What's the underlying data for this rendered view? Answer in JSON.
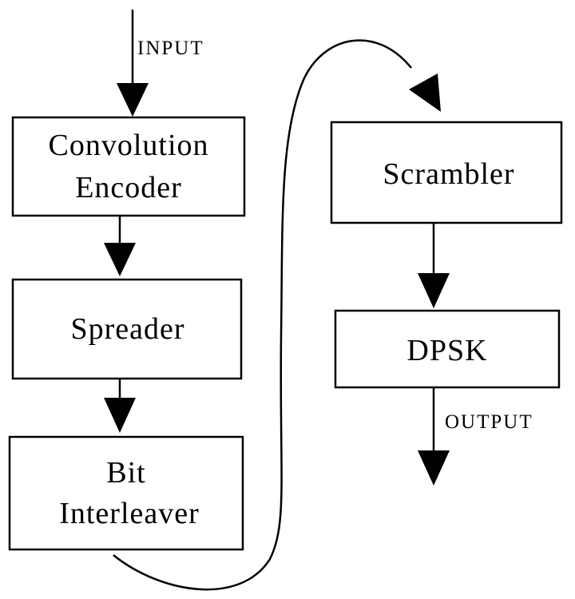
{
  "diagram": {
    "input_label": "INPUT",
    "output_label": "OUTPUT",
    "blocks": {
      "convolution_encoder": {
        "lines": [
          "Convolution",
          "Encoder"
        ]
      },
      "spreader": {
        "lines": [
          "Spreader"
        ]
      },
      "bit_interleaver": {
        "lines": [
          "Bit",
          "Interleaver"
        ]
      },
      "scrambler": {
        "lines": [
          "Scrambler"
        ]
      },
      "dpsk": {
        "lines": [
          "DPSK"
        ]
      }
    }
  }
}
